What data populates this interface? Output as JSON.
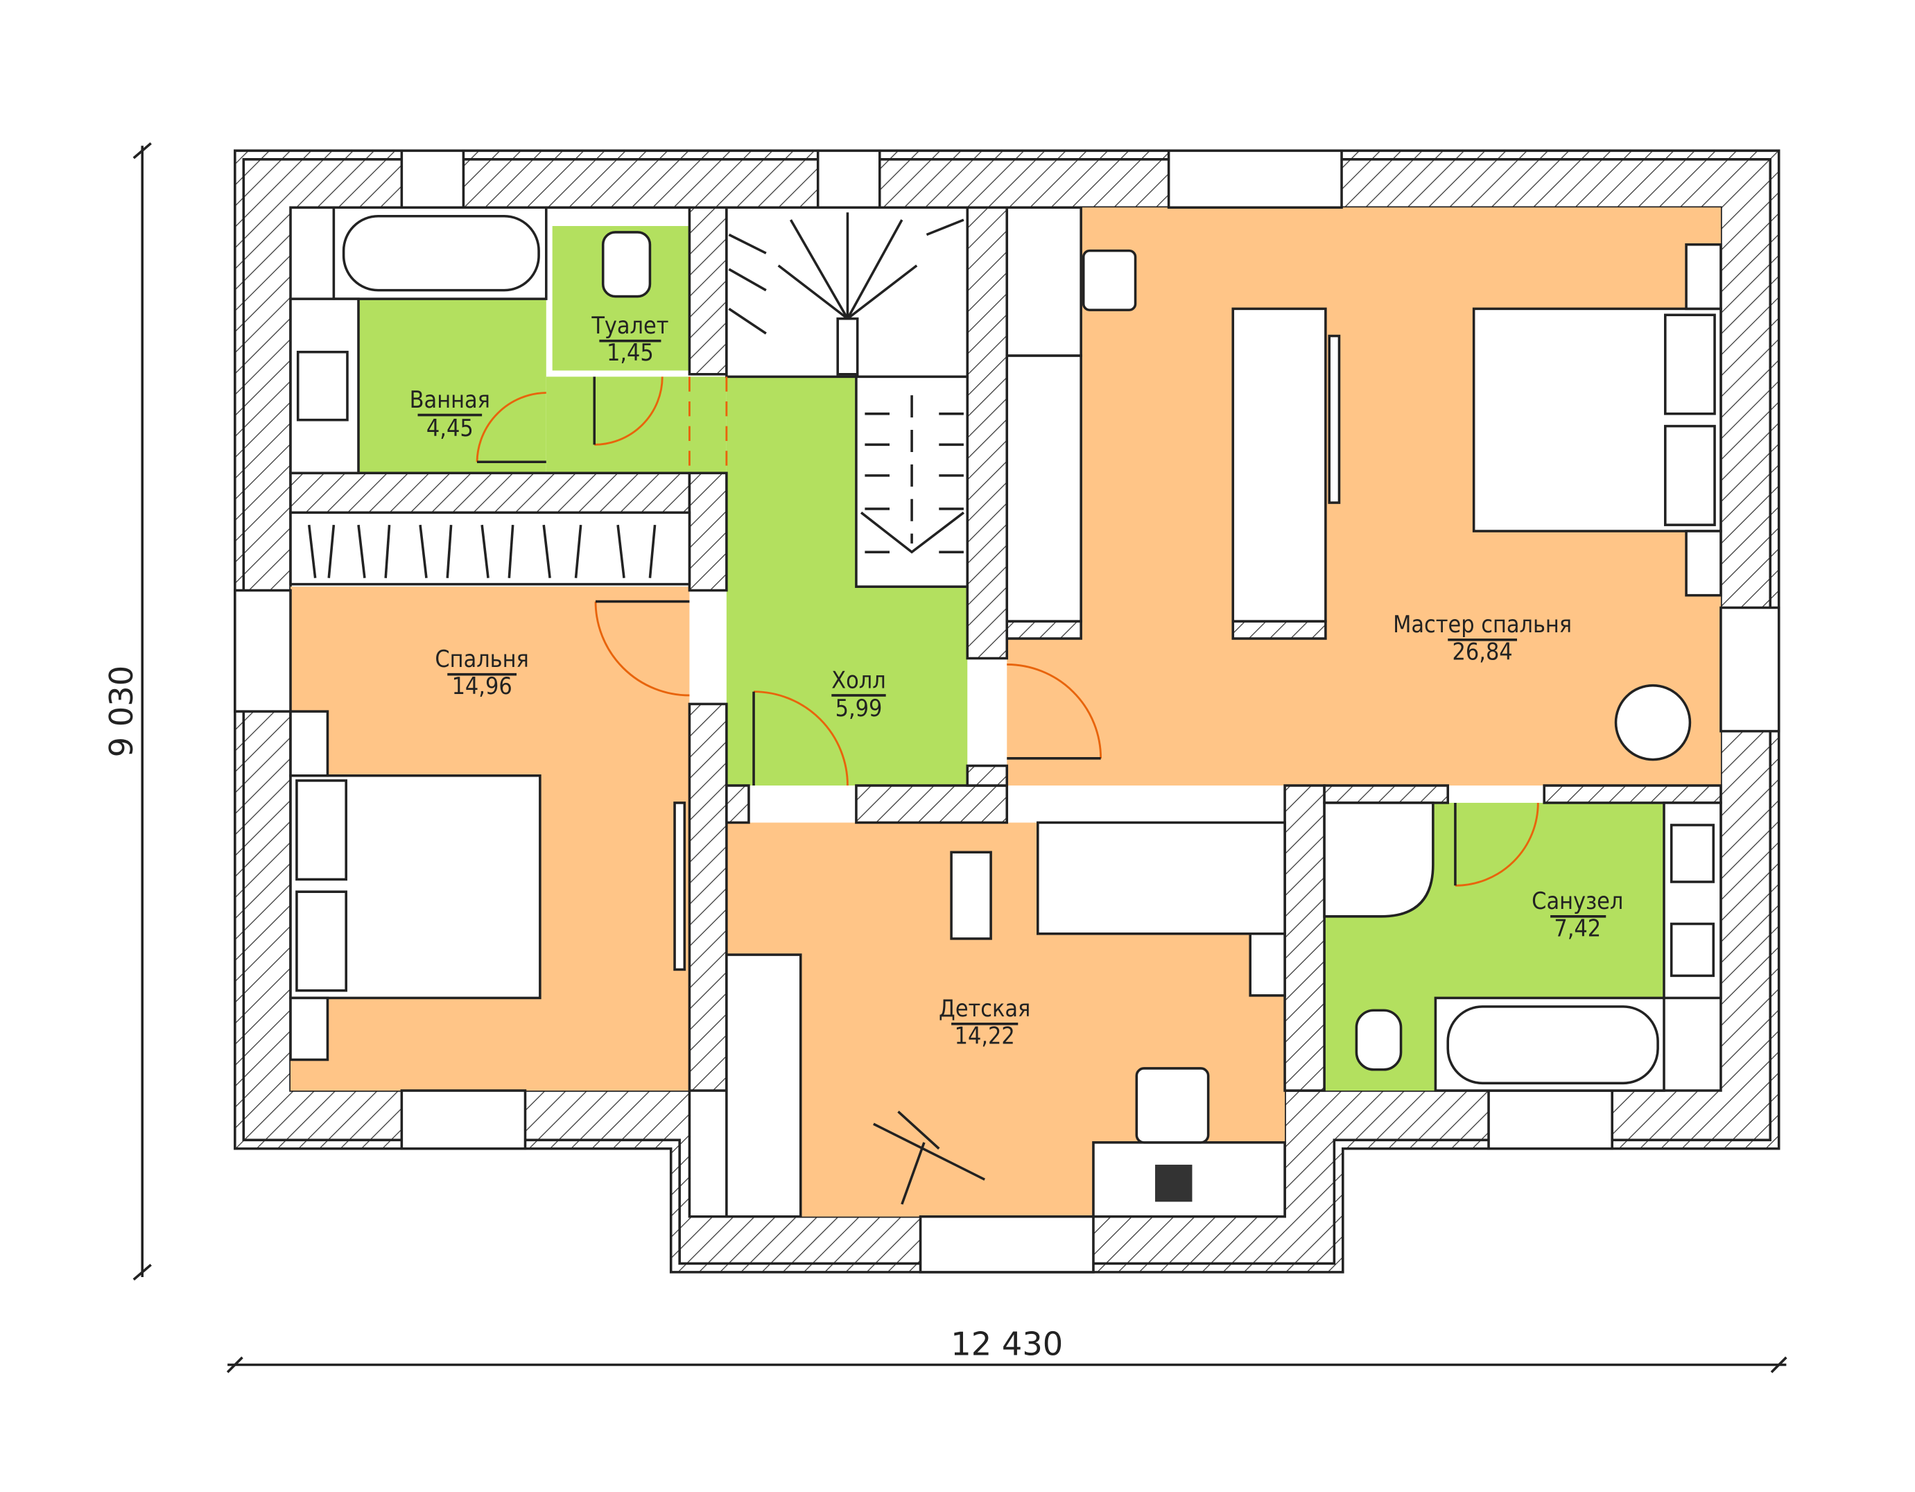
{
  "plan": {
    "colors": {
      "wet_rooms": "#b3e05f",
      "dry_rooms": "#ffc587",
      "doors": "#e8640c",
      "lines": "#222222"
    },
    "rooms": [
      {
        "name": "Ванная",
        "area": "4,45"
      },
      {
        "name": "Туалет",
        "area": "1,45"
      },
      {
        "name": "Холл",
        "area": "5,99"
      },
      {
        "name": "Спальня",
        "area": "14,96"
      },
      {
        "name": "Мастер спальня",
        "area": "26,84"
      },
      {
        "name": "Детская",
        "area": "14,22"
      },
      {
        "name": "Санузел",
        "area": "7,42"
      }
    ],
    "dimensions": {
      "height": "9 030",
      "width": "12 430"
    }
  }
}
